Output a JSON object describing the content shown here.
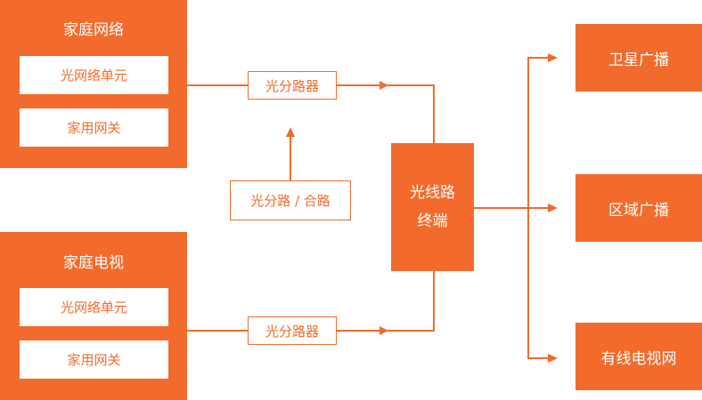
{
  "colors": {
    "accent": "#F26B2C",
    "background": "#FFFFFF"
  },
  "home_network": {
    "title": "家庭网络",
    "items": [
      "光网络单元",
      "家用网关"
    ]
  },
  "home_tv": {
    "title": "家庭电视",
    "items": [
      "光网络单元",
      "家用网关"
    ]
  },
  "splitter_top": {
    "label": "光分路器"
  },
  "splitter_bottom": {
    "label": "光分路器"
  },
  "split_combine": {
    "label": "光分路 / 合路"
  },
  "olt": {
    "line1": "光线路",
    "line2": "终端"
  },
  "outputs": [
    "卫星广播",
    "区域广播",
    "有线电视网"
  ]
}
